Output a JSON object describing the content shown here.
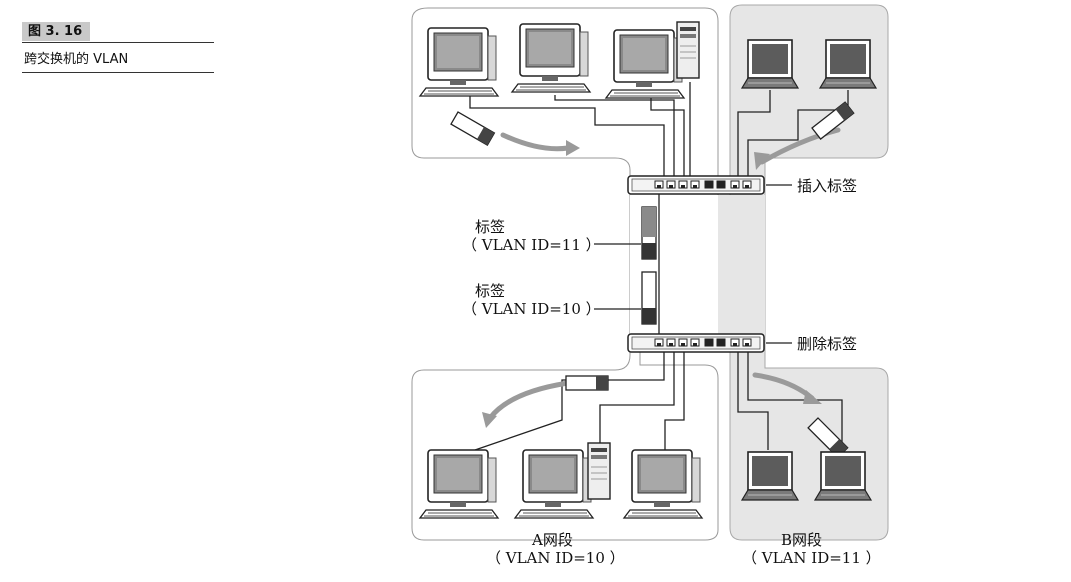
{
  "figure": {
    "number": "图 3. 16",
    "title": "跨交换机的 VLAN"
  },
  "labels": {
    "insert_tag": "插入标签",
    "remove_tag": "删除标签",
    "tag_11_title": "标签",
    "tag_11_id": "（ VLAN ID=11 ）",
    "tag_10_title": "标签",
    "tag_10_id": "（ VLAN ID=10 ）",
    "segment_a_name": "A网段",
    "segment_a_id": "（ VLAN ID=10 ）",
    "segment_b_name": "B网段",
    "segment_b_id": "（ VLAN ID=11 ）"
  },
  "colors": {
    "segment_a_bg": "#ffffff",
    "segment_b_bg": "#e6e6e6",
    "arrow": "#9a9a9a",
    "tag_dark": "#444444"
  }
}
